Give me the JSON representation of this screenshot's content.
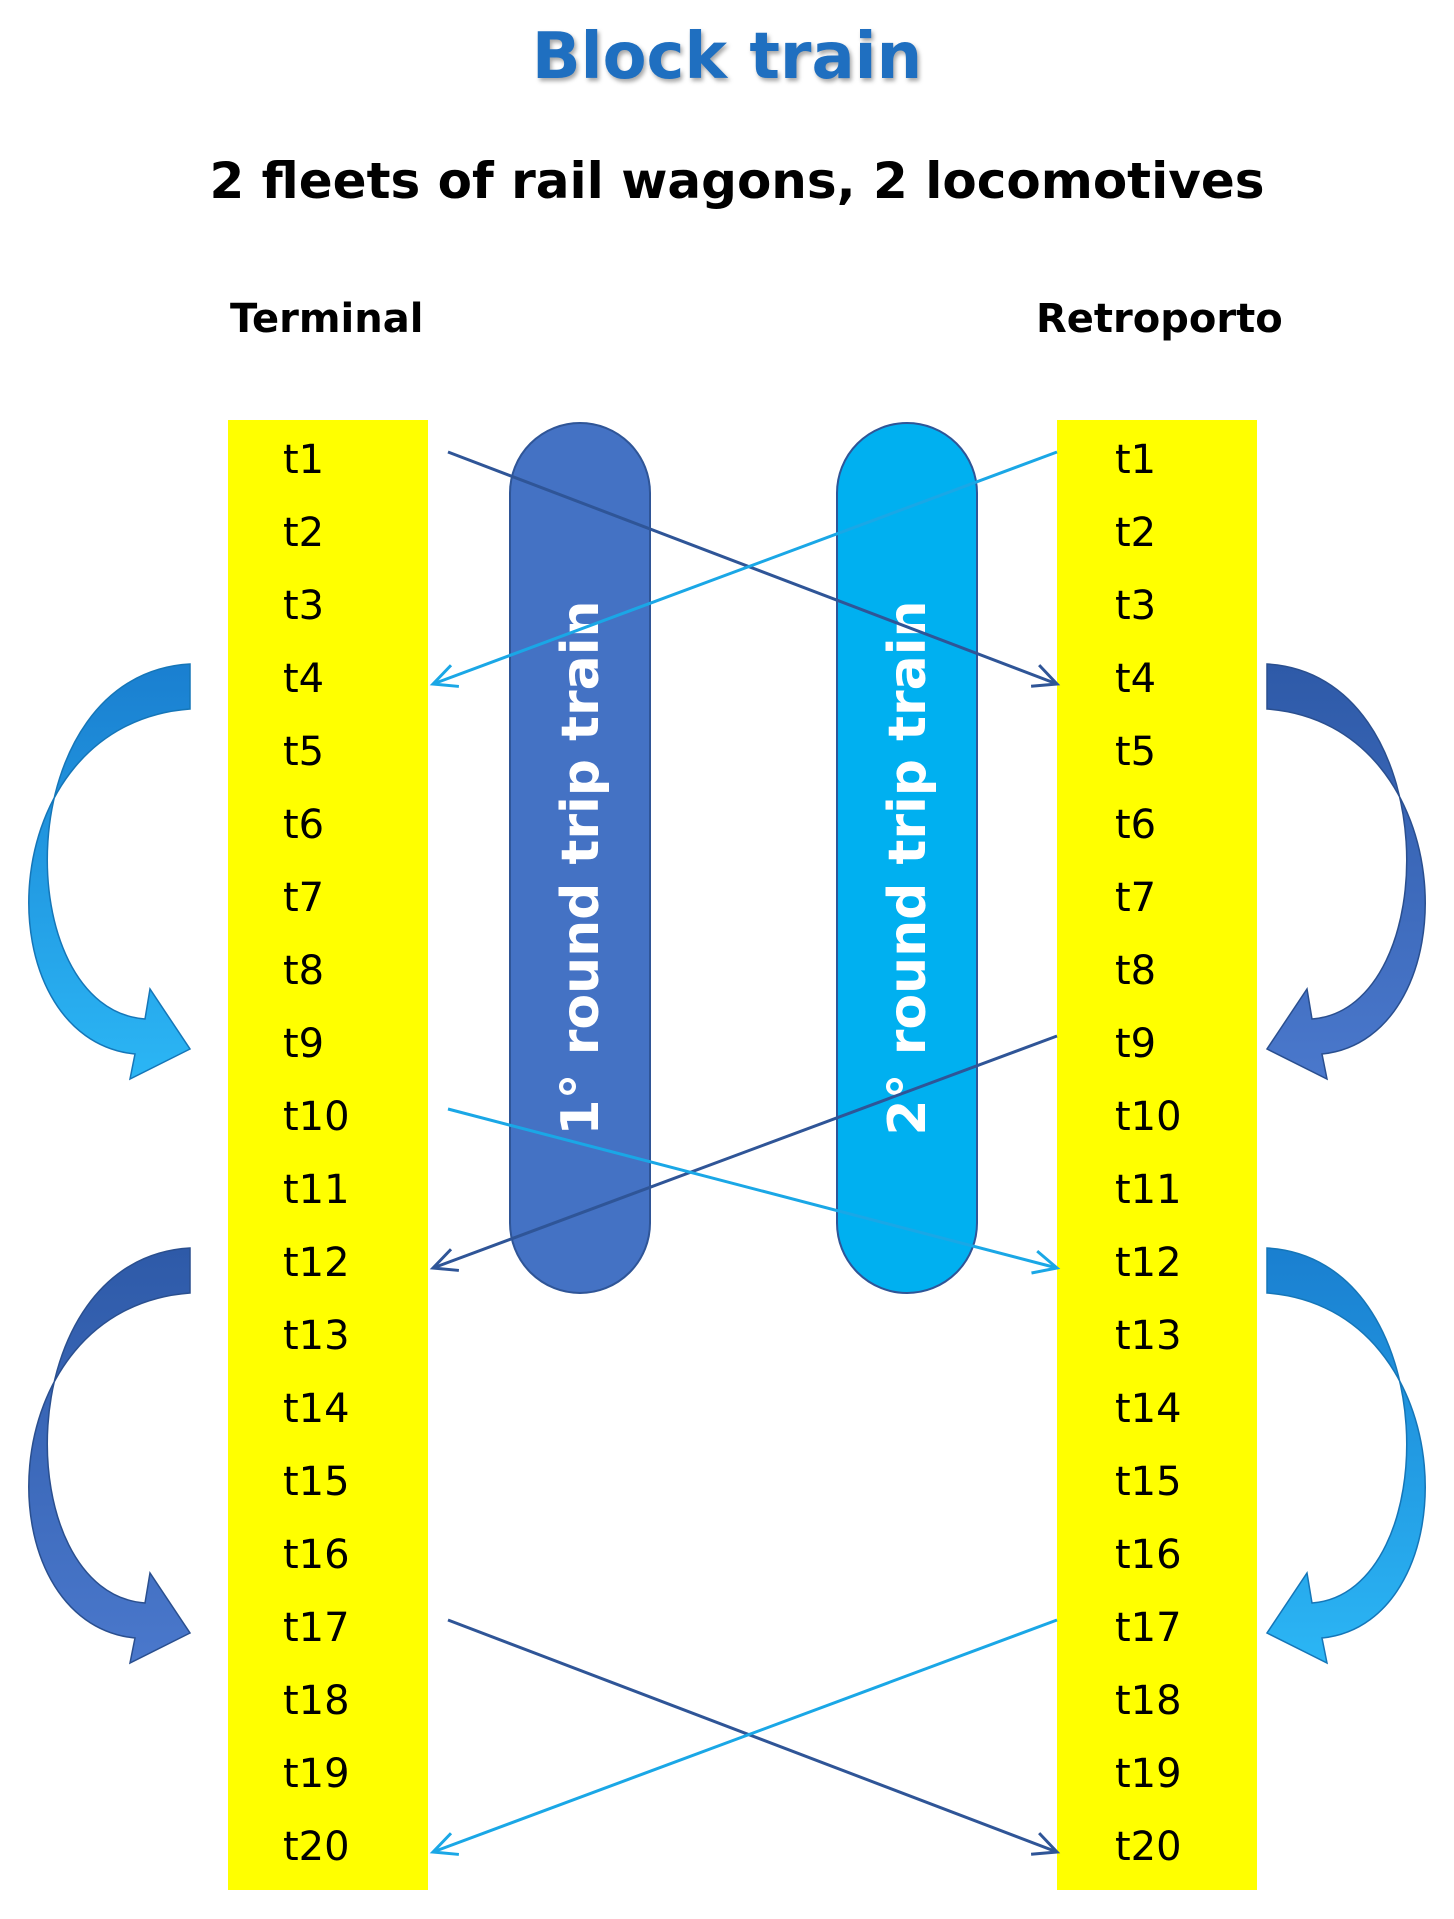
{
  "title": "Block train",
  "subtitle": "2 fleets of rail  wagons, 2 locomotives",
  "stations": {
    "left": "Terminal",
    "right": "Retroporto"
  },
  "timeslots": [
    "t1",
    "t2",
    "t3",
    "t4",
    "t5",
    "t6",
    "t7",
    "t8",
    "t9",
    "t10",
    "t11",
    "t12",
    "t13",
    "t14",
    "t15",
    "t16",
    "t17",
    "t18",
    "t19",
    "t20"
  ],
  "trains": [
    {
      "label": "1° round trip train",
      "color": "#4472c4"
    },
    {
      "label": "2° round trip train",
      "color": "#00b0f0"
    }
  ],
  "colors": {
    "column": "#ffff00",
    "title": "#1f6fc0",
    "dark_line": "#2f5597",
    "light_line": "#1aa7e6"
  },
  "movements": [
    {
      "from": "Terminal",
      "from_slot": "t1",
      "to": "Retroporto",
      "to_slot": "t4",
      "color": "dark"
    },
    {
      "from": "Retroporto",
      "from_slot": "t1",
      "to": "Terminal",
      "to_slot": "t4",
      "color": "light"
    },
    {
      "from": "Retroporto",
      "from_slot": "t9",
      "to": "Terminal",
      "to_slot": "t12",
      "color": "dark"
    },
    {
      "from": "Terminal",
      "from_slot": "t10",
      "to": "Retroporto",
      "to_slot": "t12",
      "color": "light"
    },
    {
      "from": "Terminal",
      "from_slot": "t17",
      "to": "Retroporto",
      "to_slot": "t20",
      "color": "dark"
    },
    {
      "from": "Retroporto",
      "from_slot": "t17",
      "to": "Terminal",
      "to_slot": "t20",
      "color": "light"
    }
  ],
  "waits": [
    {
      "station": "Terminal",
      "from_slot": "t4",
      "to_slot": "t9",
      "color": "light"
    },
    {
      "station": "Terminal",
      "from_slot": "t12",
      "to_slot": "t17",
      "color": "dark"
    },
    {
      "station": "Retroporto",
      "from_slot": "t4",
      "to_slot": "t9",
      "color": "dark"
    },
    {
      "station": "Retroporto",
      "from_slot": "t12",
      "to_slot": "t17",
      "color": "light"
    }
  ]
}
